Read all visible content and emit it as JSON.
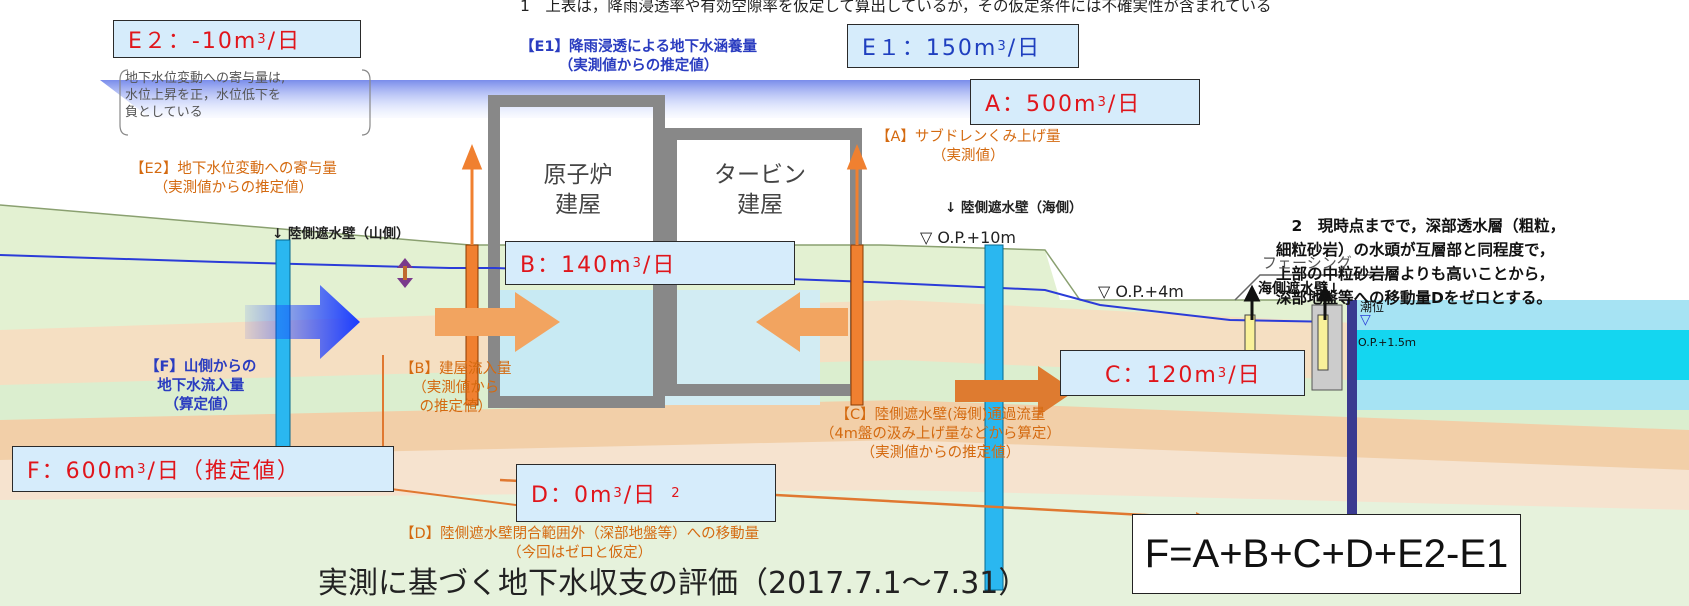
{
  "notes": {
    "note1": "1　上表は，降雨浸透率や有効空隙率を仮定して算出しているが，その仮定条件には不確実性が含まれている",
    "note2_lines": [
      "　2　現時点までで，深部透水層（粗粒，",
      "細粒砂岩）の水頭が互層部と同程度で，",
      "上部の中粒砂岩層よりも高いことから，",
      "深部地盤等への移動量Dをゼロとする。"
    ]
  },
  "value_boxes": {
    "E2": {
      "label": "E２：-10m",
      "unit": "/日"
    },
    "E1": {
      "label": "E１：150m",
      "unit": "/日"
    },
    "A": {
      "label": "A：500m",
      "unit": "/日"
    },
    "B": {
      "label": "B：140m",
      "unit": "/日"
    },
    "C": {
      "label": "C：120m",
      "unit": "/日"
    },
    "D": {
      "label": "D：0m",
      "unit": "/日",
      "footnote": "2"
    },
    "F": {
      "label": "F：600m",
      "unit": "/日（推定値）"
    },
    "superscript": "3"
  },
  "diagram_labels": {
    "legend_note": [
      "地下水位変動への寄与量は,",
      "水位上昇を正，水位低下を",
      "負としている"
    ],
    "E1_desc": [
      "【E1】降雨浸透による地下水涵養量",
      "（実測値からの推定値）"
    ],
    "A_desc": [
      "【A】サブドレンくみ上げ量",
      "（実測値）"
    ],
    "E2_desc": [
      "【E2】地下水位変動への寄与量",
      "（実測値からの推定値）"
    ],
    "reactor_building": [
      "原子炉",
      "建屋"
    ],
    "turbine_building": [
      "タービン",
      "建屋"
    ],
    "landside_wall_mountain": "↓ 陸側遮水壁（山側）",
    "landside_wall_sea": "↓ 陸側遮水壁（海側）",
    "op10": "▽ O.P.+10m",
    "op4": "▽ O.P.+4m",
    "facing": "フェーシング",
    "seaside_wall": "海側遮水壁↓",
    "tide": "潮位",
    "op15": "O.P.+1.5ｍ",
    "F_desc": [
      "【F】山側からの",
      "地下水流入量",
      "（算定値）"
    ],
    "B_desc": [
      "【B】建屋流入量",
      "（実測値から",
      "の推定値）"
    ],
    "C_desc": [
      "【C】陸側遮水壁(海側)通過流量",
      "（4m盤の汲み上げ量などから算定）",
      "（実測値からの推定値）"
    ],
    "D_desc": [
      "【D】陸側遮水壁閉合範囲外（深部地盤等）への移動量",
      "（今回はゼロと仮定）"
    ]
  },
  "title": "実測に基づく地下水収支の評価（2017.7.1～7.31）",
  "equation": "F=A+B+C+D+E2-E1",
  "colors": {
    "value_text": "#e0151b",
    "value_text_blue": "#1f3fbf",
    "box_fill": "#d6ecfb",
    "label_orange": "#d46a10"
  }
}
